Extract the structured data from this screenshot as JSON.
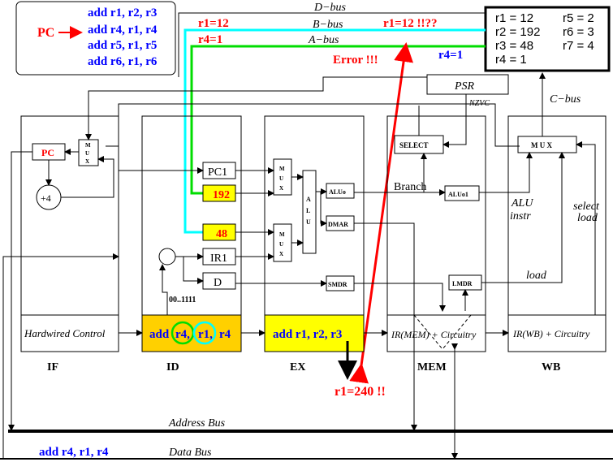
{
  "program": {
    "pc_label": "PC",
    "lines": [
      "add r1, r2, r3",
      "add r4, r1, r4",
      "add r5, r1, r5",
      "add r6, r1, r6"
    ]
  },
  "registers": {
    "left": [
      "r1 = 12",
      "r2 = 192",
      "r3 = 48",
      "r4 = 1"
    ],
    "right": [
      "r5 = 2",
      "r6 = 3",
      "r7 = 4"
    ]
  },
  "buses": {
    "d_bus": "D−bus",
    "b_bus": "B−bus",
    "a_bus": "A−bus",
    "c_bus": "C−bus",
    "address_bus": "Address Bus",
    "data_bus": "Data Bus"
  },
  "annotations": {
    "r1_12_left": "r1=12",
    "r4_1_left": "r4=1",
    "r1_12_warn": "r1=12 !!??",
    "error": "Error !!!",
    "r4_1_right": "r4=1",
    "r1_240": "r1=240 !!",
    "data_bus_instr": "add r4, r1, r4"
  },
  "blocks": {
    "psr": "PSR",
    "nzvc": "NZVC",
    "select": "SELECT",
    "branch": "Branch",
    "mux": "M U X",
    "mux_stack": [
      "M",
      "U",
      "X"
    ],
    "alu_stack": [
      "A",
      "L",
      "U"
    ],
    "pc": "PC",
    "plus4": "+4",
    "pc1": "PC1",
    "val192": "192",
    "val48": "48",
    "ir1": "IR1",
    "d": "D",
    "imm": "00..1111",
    "aluo": "ALUo",
    "aluo1": "ALUo1",
    "dmar": "DMAR",
    "smdr": "SMDR",
    "lmdr": "LMDR",
    "alu_instr_1": "ALU",
    "alu_instr_2": "instr",
    "select_load_1": "select",
    "select_load_2": "load",
    "load": "load",
    "hardwired": "Hardwired Control",
    "id_add": "add",
    "id_r4": "r4,",
    "id_r1": "r1,",
    "id_r4b": "r4",
    "ex_instr": "add r1, r2, r3",
    "mem_instr": "IR(MEM) + Circuitry",
    "wb_instr": "IR(WB) + Circuitry"
  },
  "stages": [
    "IF",
    "ID",
    "EX",
    "MEM",
    "WB"
  ],
  "colors": {
    "red": "#ff0000",
    "blue": "#0000ff",
    "cyan": "#00ffff",
    "green": "#00dd00",
    "yellow": "#ffff00",
    "gold": "#ffd000"
  }
}
